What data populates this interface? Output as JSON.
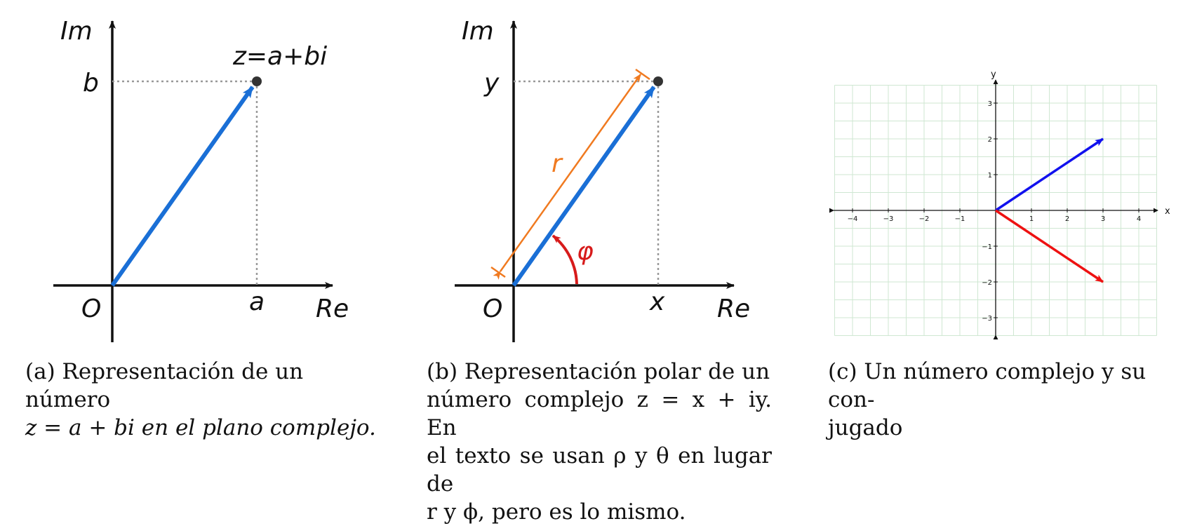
{
  "colors": {
    "vector_blue": "#1a6fd6",
    "orange": "#f07a20",
    "red": "#d71b1b",
    "axis": "#111111",
    "point": "#333333",
    "grid": "#cfe7d2",
    "conjugate_blue": "#1111ee",
    "conjugate_red": "#ee1111"
  },
  "figure_a": {
    "im_label": "Im",
    "re_label": "Re",
    "origin_label": "O",
    "point_label": "z=a+bi",
    "b_label": "b",
    "a_label": "a",
    "caption_line1": "(a) Representación de un número",
    "caption_line2": "z = a + bi en el plano complejo."
  },
  "figure_b": {
    "im_label": "Im",
    "re_label": "Re",
    "origin_label": "O",
    "y_label": "y",
    "x_label": "x",
    "r_label": "r",
    "angle_label": "φ",
    "caption_line1": "(b) Representación polar de un",
    "caption_line2": "número complejo z = x + iy. En",
    "caption_line3": "el texto se usan ρ y θ en lugar de",
    "caption_line4": "r y ϕ, pero es lo mismo."
  },
  "figure_c": {
    "x_axis_label": "x",
    "y_axis_label": "y",
    "x_ticks": [
      "−4",
      "−3",
      "−2",
      "−1",
      "1",
      "2",
      "3",
      "4"
    ],
    "y_ticks": [
      "3",
      "2",
      "1",
      "−1",
      "−2",
      "−3"
    ],
    "vectors": [
      {
        "from": [
          0,
          0
        ],
        "to": [
          3,
          2
        ],
        "color": "blue"
      },
      {
        "from": [
          0,
          0
        ],
        "to": [
          3,
          -2
        ],
        "color": "red"
      }
    ],
    "caption_line1": "(c) Un número complejo y su con-",
    "caption_line2": "jugado"
  }
}
